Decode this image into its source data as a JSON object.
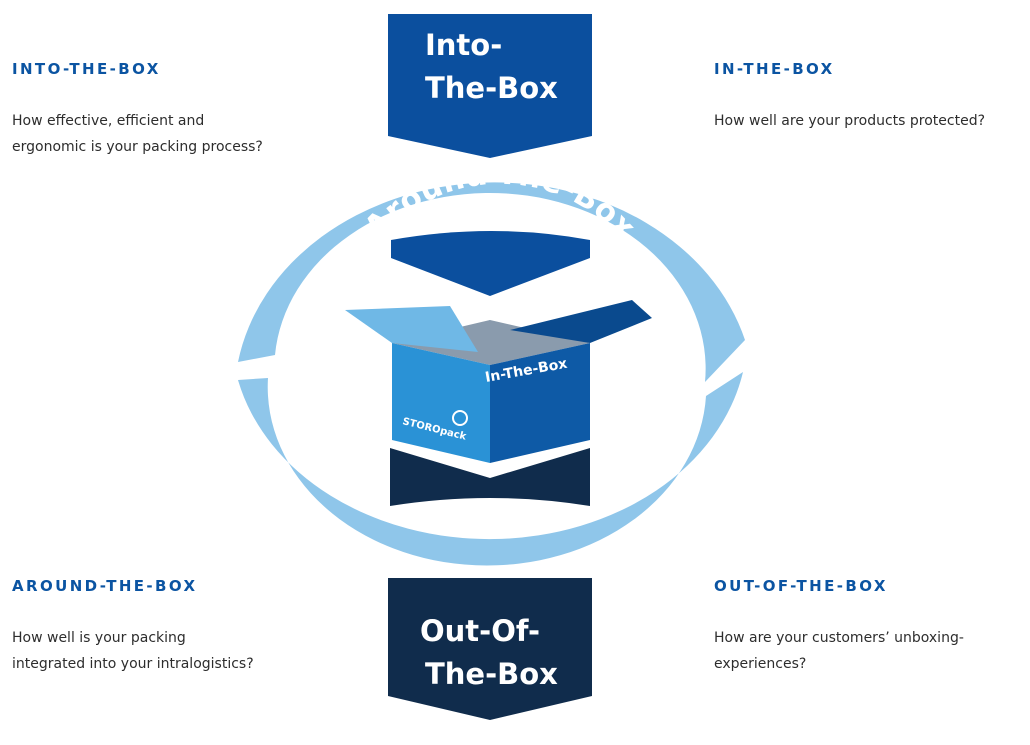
{
  "corners": {
    "top_left": {
      "heading": "INTO-THE-BOX",
      "text": "How effective, efficient and\nergonomic is your packing process?"
    },
    "top_right": {
      "heading": "IN-THE-BOX",
      "text": "How well are your products protected?"
    },
    "bottom_left": {
      "heading": "AROUND-THE-BOX",
      "text": "How well is your packing\nintegrated into your intralogistics?"
    },
    "bottom_right": {
      "heading": "OUT-OF-THE-BOX",
      "text": "How are your customers’ unboxing-\nexperiences?"
    }
  },
  "diagram": {
    "top_arrow": {
      "line1": "Into-",
      "line2": "The-Box"
    },
    "ring_label": "Around-The-Box",
    "box_label": "In-The-Box",
    "logo_text": "STOROpack",
    "bottom_arrow": {
      "line1": "Out-Of-",
      "line2": "The-Box"
    }
  },
  "colors": {
    "dark_blue": "#0b4f9e",
    "navy": "#102c4c",
    "light_blue": "#8fc6ea",
    "box_left": "#2a92d6",
    "box_right": "#0e5aa6",
    "heading_blue": "#0b54a2"
  }
}
